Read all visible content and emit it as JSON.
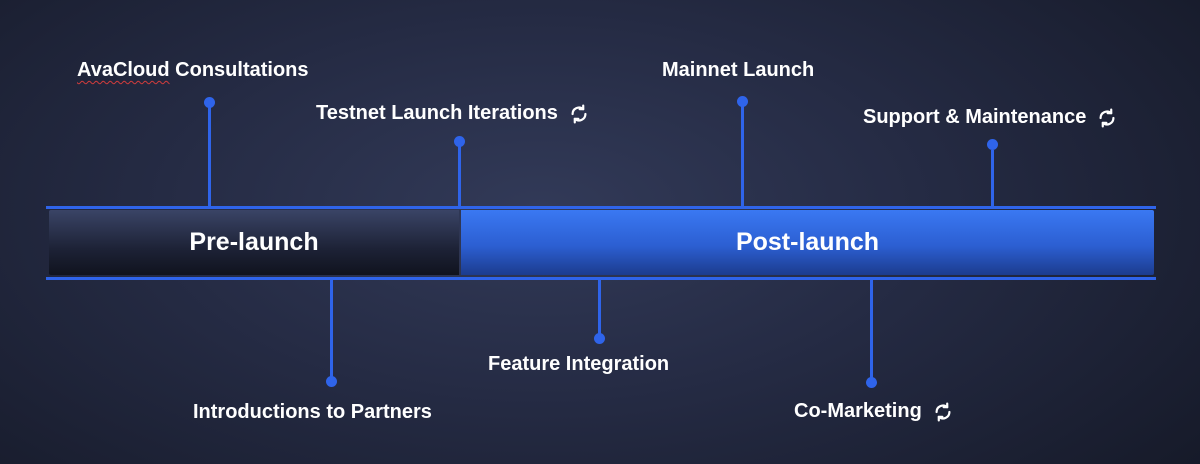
{
  "phases": {
    "pre": "Pre-launch",
    "post": "Post-launch"
  },
  "milestones": {
    "avacloud": "AvaCloud",
    "avacloud_rest": " Consultations",
    "testnet": "Testnet Launch Iterations",
    "mainnet": "Mainnet Launch",
    "support": "Support & Maintenance",
    "introductions": "Introductions to Partners",
    "feature": "Feature Integration",
    "comarketing": "Co-Marketing"
  },
  "icons": {
    "recurring": "refresh-cycle-icon"
  },
  "colors": {
    "accent": "#2f64ea",
    "background": "#252b44"
  }
}
